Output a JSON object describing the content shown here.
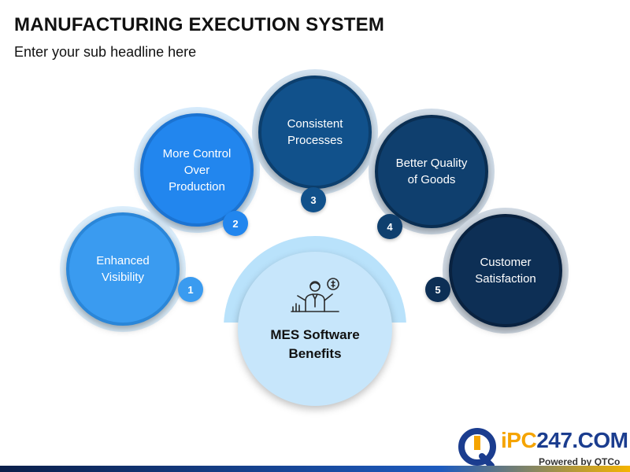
{
  "header": {
    "title": "MANUFACTURING EXECUTION SYSTEM",
    "subtitle": "Enter your sub headline here"
  },
  "center": {
    "label_line1": "MES Software",
    "label_line2": "Benefits",
    "icon": "businessman-with-money-icon"
  },
  "benefits": [
    {
      "number": "1",
      "line1": "Enhanced",
      "line2": "Visibility",
      "line3": ""
    },
    {
      "number": "2",
      "line1": "More Control",
      "line2": "Over",
      "line3": "Production"
    },
    {
      "number": "3",
      "line1": "Consistent",
      "line2": "Processes",
      "line3": ""
    },
    {
      "number": "4",
      "line1": "Better Quality",
      "line2": "of Goods",
      "line3": ""
    },
    {
      "number": "5",
      "line1": "Customer",
      "line2": "Satisfaction",
      "line3": ""
    }
  ],
  "colors": {
    "benefit_1": "#3a9bf0",
    "benefit_2": "#2286ee",
    "benefit_3": "#11518b",
    "benefit_4": "#0f3f6e",
    "benefit_5": "#0d2f55",
    "center_fill": "#c7e6fb",
    "logo_blue": "#1b3d8f",
    "logo_orange": "#f5a400"
  },
  "logo": {
    "brand_left": "iPC",
    "brand_right": "247.COM",
    "tagline": "Powered by QTCo"
  }
}
